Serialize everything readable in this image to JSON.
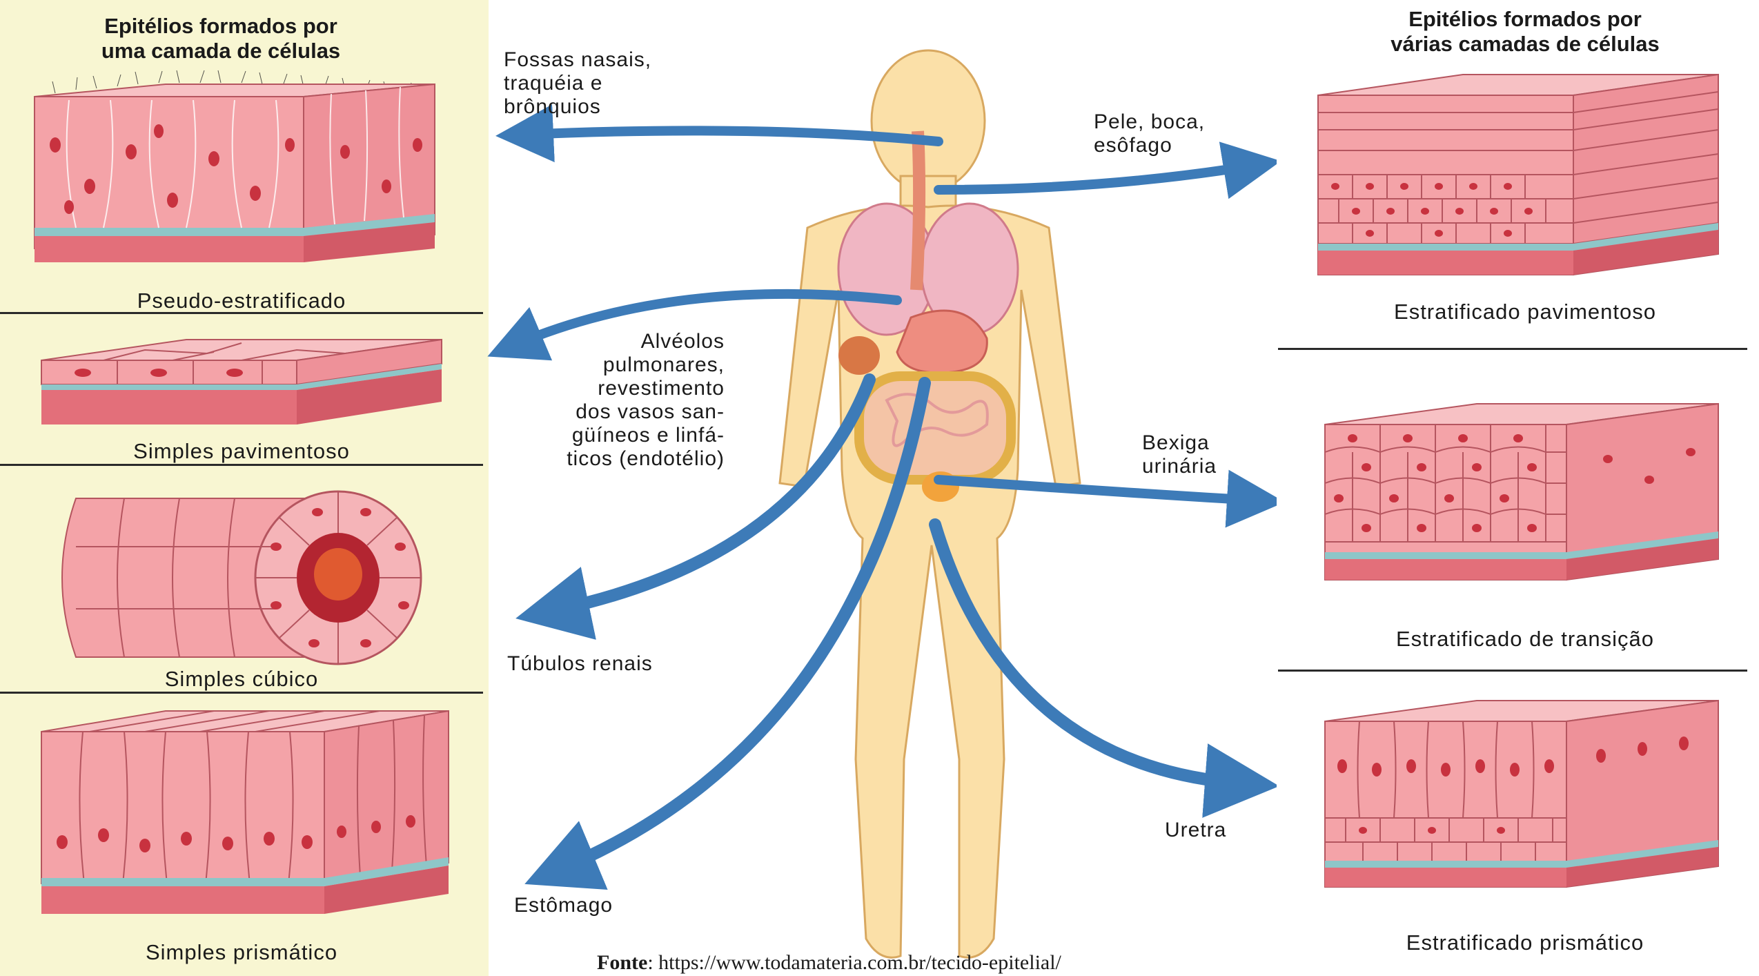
{
  "left_panel": {
    "header": [
      "Epitélios formados por",
      "uma camada de células"
    ],
    "tissues": [
      {
        "caption": "Pseudo-estratificado",
        "icon": "pseudostratified-tissue"
      },
      {
        "caption": "Simples pavimentoso",
        "icon": "simple-squamous-tissue"
      },
      {
        "caption": "Simples cúbico",
        "icon": "simple-cuboidal-tube"
      },
      {
        "caption": "Simples prismático",
        "icon": "simple-columnar-tissue"
      }
    ]
  },
  "right_panel": {
    "header": [
      "Epitélios formados por",
      "várias camadas de células"
    ],
    "tissues": [
      {
        "caption": "Estratificado pavimentoso",
        "icon": "stratified-squamous-tissue"
      },
      {
        "caption": "Estratificado de transição",
        "icon": "transitional-tissue"
      },
      {
        "caption": "Estratificado prismático",
        "icon": "stratified-columnar-tissue"
      }
    ]
  },
  "labels": {
    "fossas": [
      "Fossas nasais,",
      "traquéia e",
      "brônquios"
    ],
    "pele": [
      "Pele, boca,",
      "esôfago"
    ],
    "alveolos": [
      "Alvéolos",
      "pulmonares,",
      "revestimento",
      "dos vasos san-",
      "güíneos e linfá-",
      "ticos (endotélio)"
    ],
    "bexiga": [
      "Bexiga",
      "urinária"
    ],
    "tubulos": "Túbulos renais",
    "uretra": "Uretra",
    "estomago": "Estômago"
  },
  "source": {
    "label": "Fonte",
    "url": "https://www.todamateria.com.br/tecido-epitelial/"
  },
  "colors": {
    "tissue_pink": "#f4a3a8",
    "tissue_dark": "#d9646f",
    "nucleus": "#c8323f",
    "arrow_blue": "#3d7bb8",
    "skin": "#fbe0a8",
    "left_bg": "#f8f6d2"
  }
}
